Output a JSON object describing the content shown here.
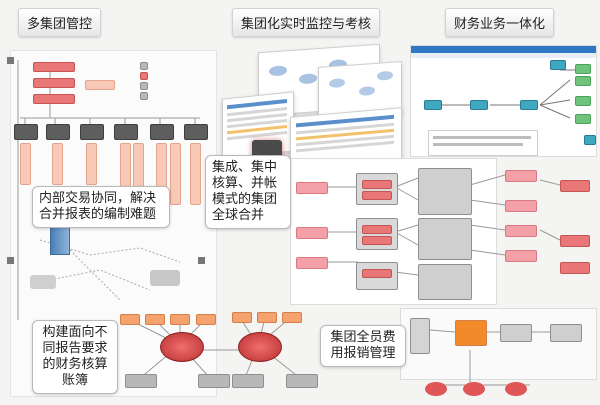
{
  "titles": {
    "multi_group": "多集团管控",
    "monitoring": "集团化实时监控与考核",
    "finance_integration": "财务业务一体化"
  },
  "callouts": {
    "internal_trade": "内部交易协同，解决合并报表的编制难题",
    "consolidation": "集成、集中核算、并帐模式的集团全球合并",
    "multi_ledger": "构建面向不同报告要求的财务核算账簿",
    "expense": "集团全员费用报销管理"
  },
  "colors": {
    "accent_red": "#e06b6b",
    "blue_icon": "#2f78c4",
    "teal": "#3fa7bf"
  },
  "icons": [
    "plus-icon",
    "computer-icon"
  ]
}
